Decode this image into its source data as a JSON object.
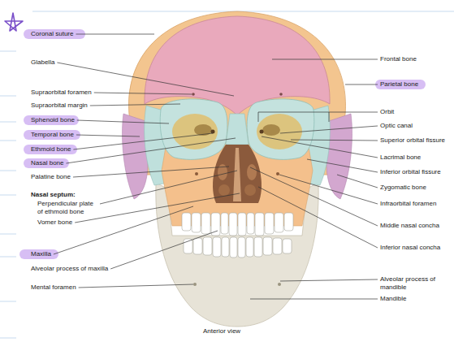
{
  "diagram": {
    "caption": "Anterior view",
    "labels": [
      "Coronal suture",
      "Glabella",
      "Supraorbital foramen",
      "Supraorbital margin",
      "Sphenoid bone",
      "Temporal bone",
      "Ethmoid bone",
      "Nasal bone",
      "Palatine bone",
      "Nasal septum:",
      "Perpendicular plate of ethmoid bone",
      "Vomer bone",
      "Maxilla",
      "Alveolar process of maxilla",
      "Mental foramen",
      "Frontal bone",
      "Parietal bone",
      "Orbit",
      "Optic canal",
      "Superior orbital fissure",
      "Lacrimal bone",
      "Inferior orbital fissure",
      "Zygomatic bone",
      "Infraorbital foramen",
      "Middle nasal concha",
      "Inferior nasal concha",
      "Alveolar process of mandible",
      "Mandible"
    ]
  }
}
